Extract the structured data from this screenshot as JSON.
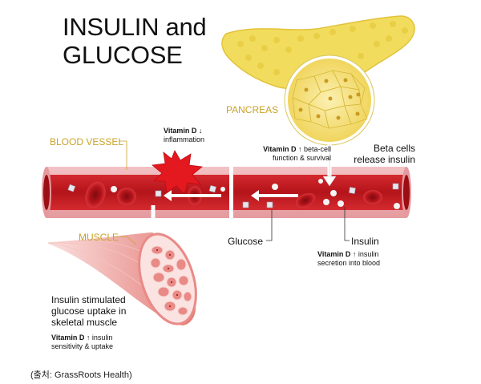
{
  "title_line1": "INSULIN and",
  "title_line2": "GLUCOSE",
  "labels": {
    "pancreas": "PANCREAS",
    "blood_vessel": "BLOOD VESSEL",
    "muscle": "MUSCLE",
    "glucose": "Glucose",
    "insulin": "Insulin",
    "beta_cells_1": "Beta cells",
    "beta_cells_2": "release insulin",
    "muscle_uptake_1": "Insulin stimulated",
    "muscle_uptake_2": "glucose uptake in",
    "muscle_uptake_3": "skeletal muscle"
  },
  "vitamin_d_notes": {
    "inflammation_head": "Vitamin D",
    "inflammation_arrow": "↓",
    "inflammation_body": "inflammation",
    "beta_head": "Vitamin D",
    "beta_arrow": "↑",
    "beta_body_1": "beta-cell",
    "beta_body_2": "function & survival",
    "secretion_head": "Vitamin D",
    "secretion_arrow": "↑",
    "secretion_body_1": "insulin",
    "secretion_body_2": "secretion into blood",
    "sensitivity_head": "Vitamin D",
    "sensitivity_arrow": "↑",
    "sensitivity_body_1": "insulin",
    "sensitivity_body_2": "sensitivity & uptake"
  },
  "credit": "(출처: GrassRoots Health)",
  "colors": {
    "vessel_wall": "#e8a0a4",
    "vessel_lumen": "#c4161c",
    "red_cell": "#b0121a",
    "pancreas": "#f2dc5d",
    "muscle": "#e98a86",
    "gold_label": "#c9a227"
  },
  "icons": [
    "red-blood-cell-icon",
    "glucose-cube-icon",
    "insulin-dot-icon",
    "inflammation-burst-icon",
    "arrow-left-icon",
    "arrow-down-icon"
  ]
}
